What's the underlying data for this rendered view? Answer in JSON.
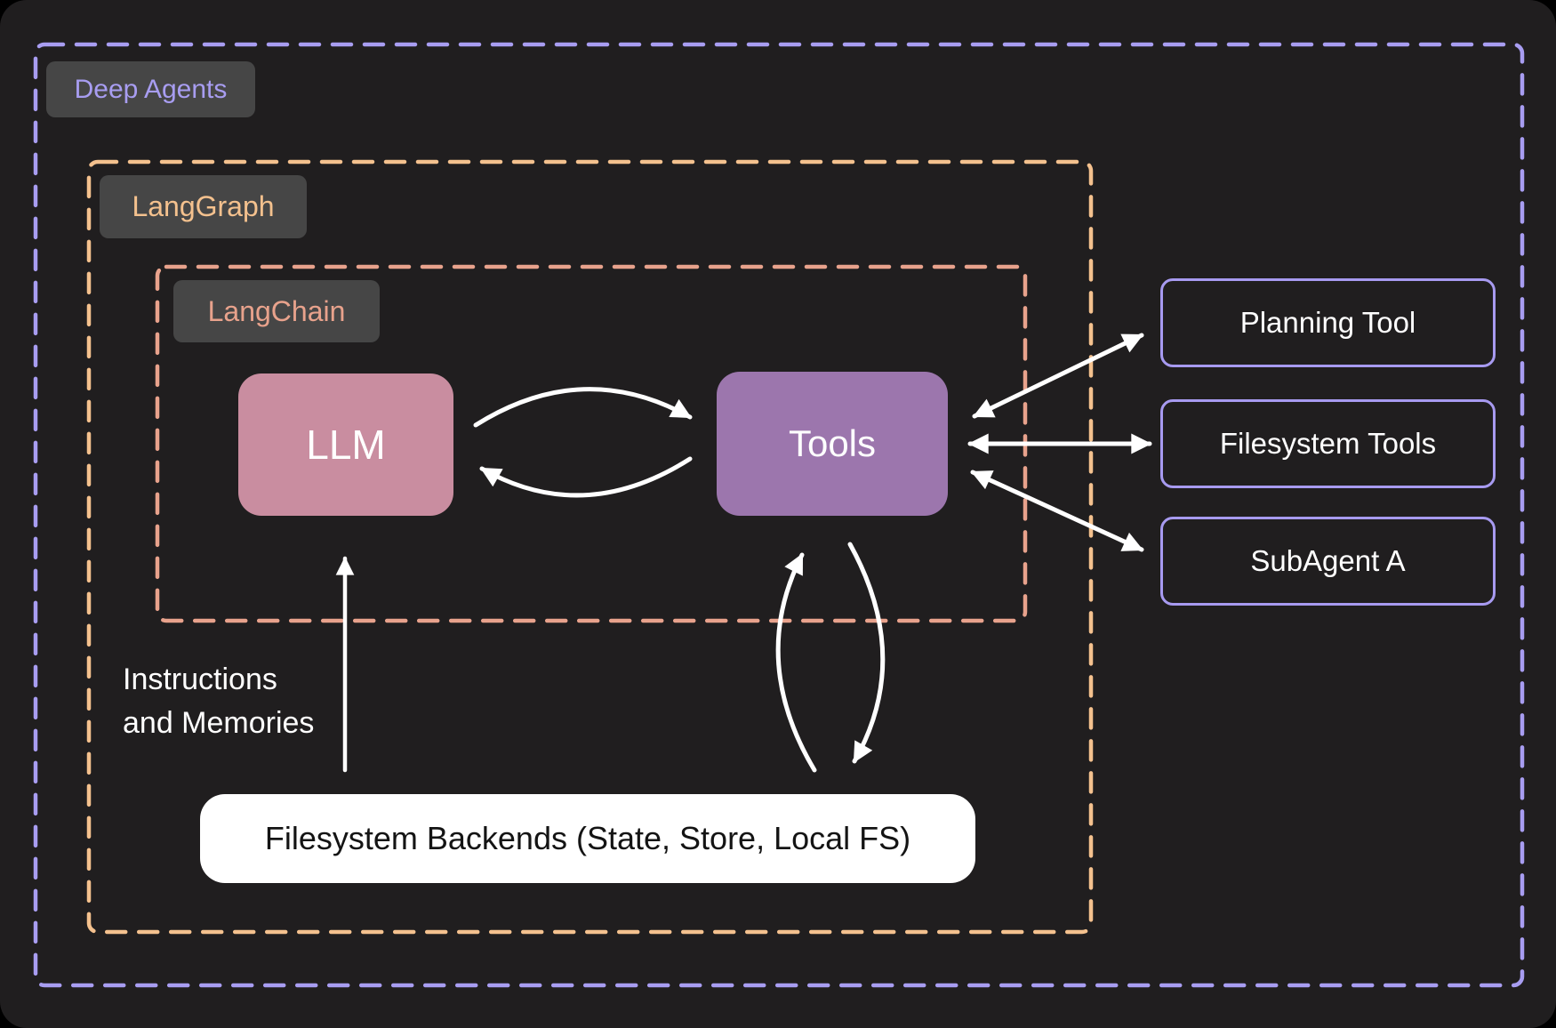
{
  "diagram": {
    "groups": {
      "deep_agents": {
        "label": "Deep Agents"
      },
      "langgraph": {
        "label": "LangGraph"
      },
      "langchain": {
        "label": "LangChain"
      }
    },
    "nodes": {
      "llm": {
        "label": "LLM"
      },
      "tools": {
        "label": "Tools"
      },
      "planning_tool": {
        "label": "Planning Tool"
      },
      "filesystem_tools": {
        "label": "Filesystem Tools"
      },
      "subagent_a": {
        "label": "SubAgent A"
      },
      "filesystem_backends": {
        "label": "Filesystem Backends (State, Store, Local FS)"
      }
    },
    "annotations": {
      "instructions": {
        "line1": "Instructions",
        "line2": "and Memories"
      }
    },
    "edges": [
      {
        "from": "llm",
        "to": "tools",
        "style": "curved",
        "direction": "one-way"
      },
      {
        "from": "tools",
        "to": "llm",
        "style": "curved",
        "direction": "one-way"
      },
      {
        "from": "filesystem_backends",
        "to": "llm",
        "style": "straight",
        "direction": "one-way",
        "label": "Instructions and Memories"
      },
      {
        "from": "filesystem_backends",
        "to": "tools",
        "style": "curved",
        "direction": "one-way"
      },
      {
        "from": "tools",
        "to": "filesystem_backends",
        "style": "curved",
        "direction": "one-way"
      },
      {
        "from": "tools",
        "to": "planning_tool",
        "style": "straight",
        "direction": "two-way"
      },
      {
        "from": "tools",
        "to": "filesystem_tools",
        "style": "straight",
        "direction": "two-way"
      },
      {
        "from": "tools",
        "to": "subagent_a",
        "style": "straight",
        "direction": "two-way"
      }
    ],
    "colors": {
      "background": "#201e1f",
      "deep_agents_accent": "#a89df1",
      "langgraph_accent": "#f4c18e",
      "langchain_accent": "#e8a28c",
      "llm_fill": "#c98da0",
      "tools_fill": "#9c76ad",
      "tool_box_border": "#a79af0",
      "label_chip_bg": "#464646",
      "arrow": "#ffffff",
      "backend_box_bg": "#ffffff"
    }
  }
}
